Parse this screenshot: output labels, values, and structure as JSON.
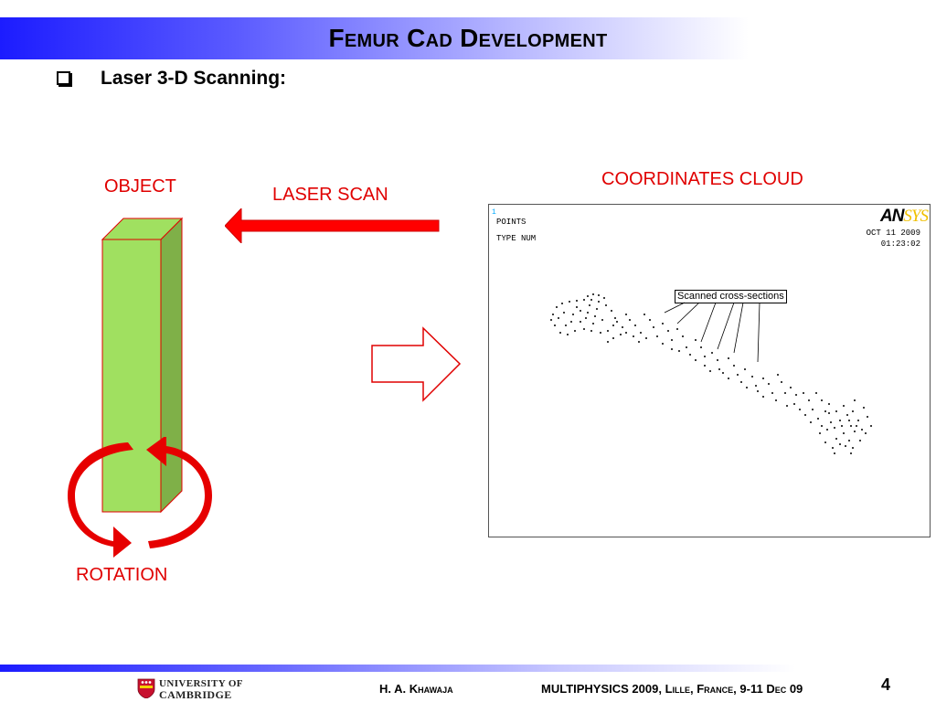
{
  "slide": {
    "title": "Femur Cad Development",
    "bullet": "Laser 3-D Scanning:"
  },
  "labels": {
    "object": "OBJECT",
    "laser_scan": "LASER SCAN",
    "coordinates_cloud": "COORDINATES CLOUD",
    "rotation": "ROTATION"
  },
  "ansys": {
    "frame_number": "1",
    "line1": "POINTS",
    "line2": "TYPE NUM",
    "date": "OCT 11 2009",
    "time": "01:23:02",
    "logo_an": "AN",
    "logo_sys": "SYS",
    "annotation": "Scanned cross-sections"
  },
  "footer": {
    "university_line1": "UNIVERSITY OF",
    "university_line2": "CAMBRIDGE",
    "author": "H. A. Khawaja",
    "conference": "MULTIPHYSICS 2009, Lille, France, 9-11 Dec 09",
    "page_number": "4"
  },
  "colors": {
    "accent_red": "#e00000",
    "object_green": "#a0e060",
    "title_blue": "#1c1cff"
  }
}
